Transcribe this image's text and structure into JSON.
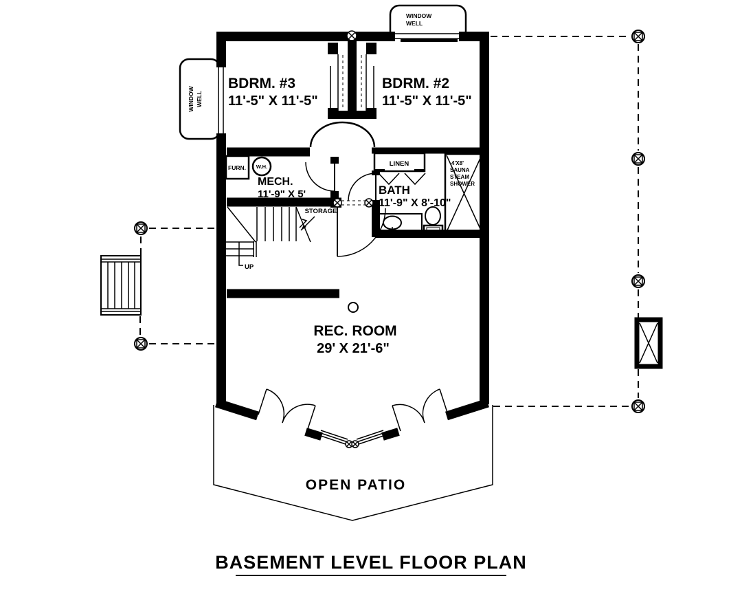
{
  "title": "BASEMENT LEVEL FLOOR PLAN",
  "rooms": {
    "bdrm3": {
      "name": "BDRM. #3",
      "dims": "11'-5\" X 11'-5\""
    },
    "bdrm2": {
      "name": "BDRM. #2",
      "dims": "11'-5\" X 11'-5\""
    },
    "mech": {
      "name": "MECH.",
      "dims": "11'-9\" X 5'"
    },
    "bath": {
      "name": "BATH",
      "dims": "11'-9\" X 8'-10\""
    },
    "rec": {
      "name": "REC. ROOM",
      "dims": "29' X 21'-6\""
    },
    "patio": {
      "name": "OPEN PATIO"
    }
  },
  "fixtures": {
    "furnace": "FURN.",
    "water_heater": "W.H.",
    "linen": "LINEN",
    "storage": "STORAGE",
    "stairs_up": "UP",
    "sauna": {
      "line1": "4'X8'",
      "line2": "SAUNA",
      "line3": "STEAM",
      "line4": "SHOWER"
    }
  },
  "window_well": {
    "line1": "WINDOW",
    "line2": "WELL"
  },
  "colors": {
    "ink": "#000000",
    "background": "#ffffff"
  }
}
